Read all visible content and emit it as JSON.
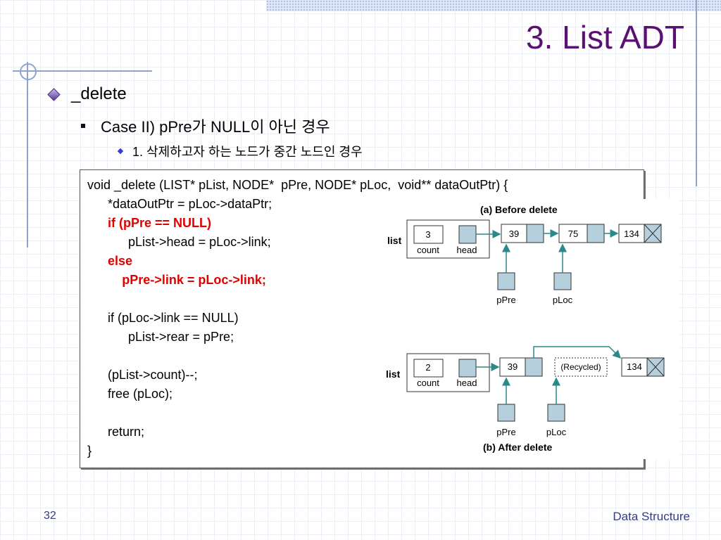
{
  "slide": {
    "title": "3. List ADT",
    "page_number": "32",
    "footer": "Data Structure"
  },
  "bullets": {
    "l1": "_delete",
    "l2": "Case II) pPre가 NULL이 아닌 경우",
    "l3": "1. 삭제하고자 하는 노드가 중간 노드인 경우"
  },
  "code": {
    "lines": [
      {
        "text": "void _delete (LIST* pList, NODE*  pPre, NODE* pLoc,  void** dataOutPtr) {",
        "indent": 0,
        "red": false
      },
      {
        "text": "*dataOutPtr = pLoc->dataPtr;",
        "indent": 1,
        "red": false
      },
      {
        "text": "if (pPre == NULL)",
        "indent": 1,
        "red": true
      },
      {
        "text": "pList->head = pLoc->link;",
        "indent": 2,
        "red": false
      },
      {
        "text": "else",
        "indent": 1,
        "red": true
      },
      {
        "text": "pPre->link = pLoc->link;",
        "indent": 1.7,
        "red": true
      },
      {
        "text": "",
        "indent": 0,
        "red": false
      },
      {
        "text": "if (pLoc->link == NULL)",
        "indent": 1,
        "red": false
      },
      {
        "text": "pList->rear = pPre;",
        "indent": 2,
        "red": false
      },
      {
        "text": "",
        "indent": 0,
        "red": false
      },
      {
        "text": "(pList->count)--;",
        "indent": 1,
        "red": false
      },
      {
        "text": "free (pLoc);",
        "indent": 1,
        "red": false
      },
      {
        "text": "",
        "indent": 0,
        "red": false
      },
      {
        "text": "return;",
        "indent": 1,
        "red": false
      },
      {
        "text": "}",
        "indent": 0,
        "red": false
      }
    ]
  },
  "figure": {
    "before_caption": "(a) Before delete",
    "after_caption": "(b) After delete",
    "list_label": "list",
    "count_label": "count",
    "head_label": "head",
    "ppre_label": "pPre",
    "ploc_label": "pLoc",
    "before": {
      "count": "3",
      "nodes": [
        "39",
        "75",
        "134"
      ]
    },
    "after": {
      "count": "2",
      "nodes": [
        "39",
        "(Recycled)",
        "134"
      ]
    }
  }
}
